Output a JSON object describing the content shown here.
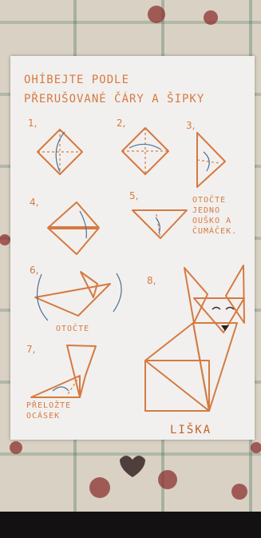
{
  "instructions": {
    "line1": "OHÍBEJTE PODLE",
    "line2": "PŘERUŠOVANÉ ČÁRY A ŠIPKY"
  },
  "steps": {
    "s1": "1,",
    "s2": "2,",
    "s3": "3,",
    "s4": "4,",
    "s5": "5,",
    "s6": "6,",
    "s7": "7,",
    "s8": "8,"
  },
  "notes": {
    "step5": "OTOČTE\nJEDNO\nOUŠKO A\nČUMÁČEK.",
    "step6": "OTOČTE",
    "step7": "PŘELOŽTE\nOCÁSEK"
  },
  "result_label": "LIŠKA",
  "colors": {
    "ink": "#d57a42",
    "paper": "#f2f0ee",
    "tablecloth": "#d9d2c4"
  }
}
